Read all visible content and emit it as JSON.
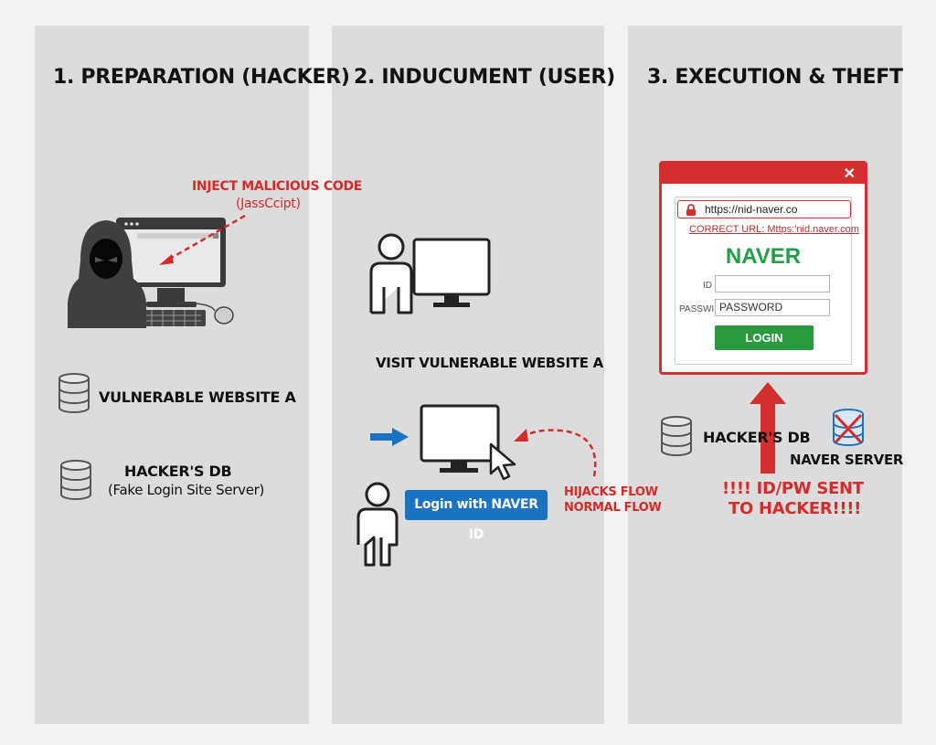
{
  "panels": [
    {
      "title": "1. PREPARATION (HACKER)"
    },
    {
      "title": "2. INDUCUMENT (USER)"
    },
    {
      "title": "3. EXECUTION & THEFT"
    }
  ],
  "panel1": {
    "inject_line1": "INJECT MALICIOUS CODE",
    "inject_line2": "(JassCcipt)",
    "vulnerable_site": "VULNERABLE WEBSITE A",
    "hacker_db": "HACKER'S DB",
    "hacker_db_sub": "(Fake Login Site Server)"
  },
  "panel2": {
    "visit_label": "VISIT VULNERABLE WEBSITE A",
    "login_button": "Login with NAVER ID",
    "hijacks_flow": "HIJACKS FLOW",
    "normal_flow": "NORMAL FLOW"
  },
  "panel3": {
    "popup": {
      "close": "✕",
      "url": "https://nid-naver.co",
      "correct_url": "CORRECT URL: Mttps:'nid.naver.com",
      "brand": "NAVER",
      "id_label": "ID",
      "pw_label": "PASSWI",
      "pw_placeholder": "PASSWORD",
      "login": "LOGIN"
    },
    "hacker_db": "HACKER'S DB",
    "naver_server": "NAVER SERVER",
    "sent_line1": "!!!! ID/PW SENT",
    "sent_line2": "TO HACKER!!!!"
  },
  "colors": {
    "accent_red": "#d42b2b",
    "naver_green": "#1fa046",
    "link_blue": "#1c72c2"
  }
}
